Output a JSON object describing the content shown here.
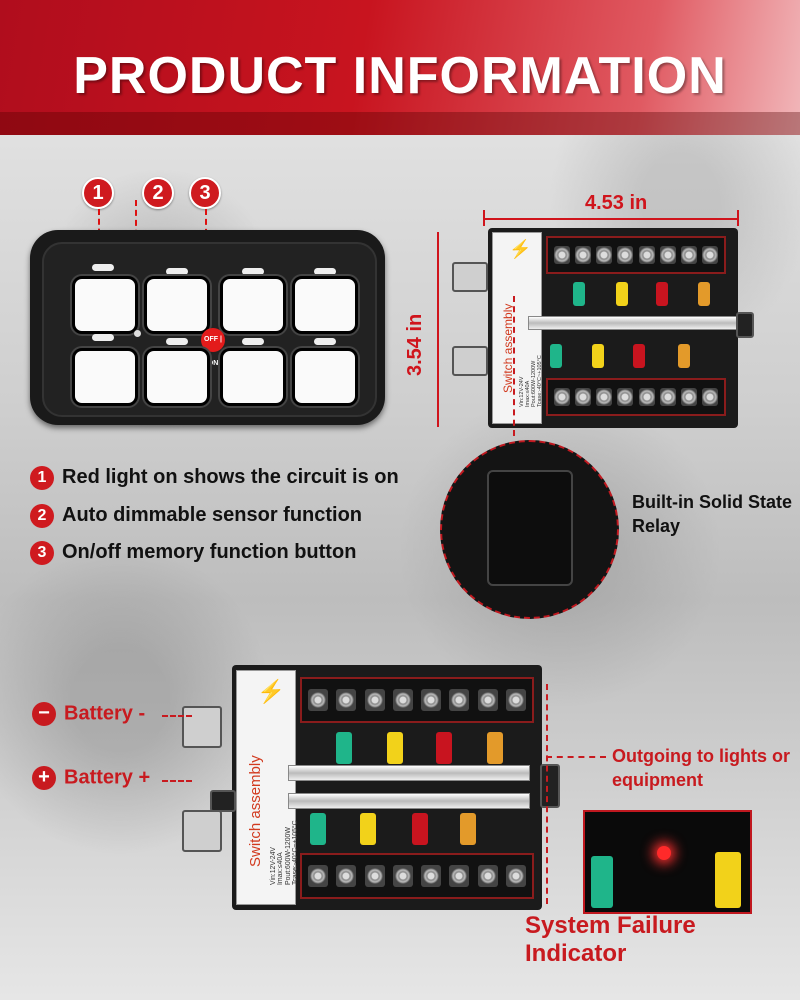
{
  "banner": {
    "title": "PRODUCT INFORMATION"
  },
  "callouts": [
    "1",
    "2",
    "3"
  ],
  "panel": {
    "onoff_label": "OFF | ON",
    "button_count": 8
  },
  "features": [
    {
      "num": "1",
      "text": "Red light on shows the circuit is on"
    },
    {
      "num": "2",
      "text": "Auto dimmable sensor function"
    },
    {
      "num": "3",
      "text": "On/off memory function button"
    }
  ],
  "dimensions": {
    "width": "4.53 in",
    "height": "3.54 in"
  },
  "relay_box": {
    "label_title": "Switch assembly",
    "spec_lines": [
      "Vin:12V-24V",
      "Imax:≤40A",
      "Pout:600W-1200W",
      "Tcase:-40°C~+105°C"
    ]
  },
  "relay_annotation": "Built-in Solid State Relay",
  "battery": {
    "negative": "Battery -",
    "positive": "Battery +",
    "neg_symbol": "−",
    "pos_symbol": "+"
  },
  "outgoing": "Outgoing to lights or equipment",
  "system_failure": "System Failure Indicator",
  "colors": {
    "accent": "#c81a1f",
    "fuse_green": "#1fb58a",
    "fuse_yellow": "#f2d21a",
    "fuse_red": "#c8141f",
    "fuse_orange": "#e39a2a"
  }
}
